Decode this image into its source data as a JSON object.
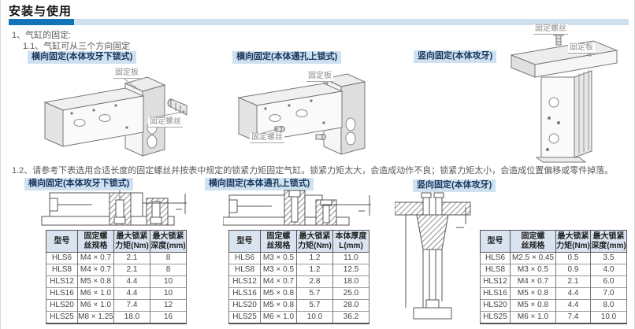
{
  "header": {
    "title": "安装与使用"
  },
  "intro": {
    "line1": "1、气缸的固定:",
    "line2": "1.1、气缸可从三个方向固定"
  },
  "note": "1.2、请参考下表选用合适长度的固定螺丝并按表中规定的锁紧力矩固定气缸。锁紧力矩太大，会造成动作不良；锁紧力矩太小，会造成位置偏移或零件掉落。",
  "figures": [
    {
      "title": "横向固定(本体攻牙下锁式)",
      "plate_label": "固定板",
      "screw_label": "固定螺丝"
    },
    {
      "title": "横向固定(本体通孔上锁式)",
      "plate_label": "固定板",
      "screw_label": "固定螺丝"
    },
    {
      "title": "竖向固定(本体攻牙)",
      "plate_label": "固定板",
      "screw_label": "固定螺丝"
    }
  ],
  "sections": [
    {
      "title": "横向固定(本体攻牙下锁式)",
      "headers": [
        "型号",
        "固定螺\n丝规格",
        "最大锁紧\n力矩(Nm)",
        "最大锁紧\n深度(mm)"
      ],
      "rows": [
        [
          "HLS6",
          "M4 × 0.7",
          "2.1",
          "8"
        ],
        [
          "HLS8",
          "M4 × 0.7",
          "2.1",
          "8"
        ],
        [
          "HLS12",
          "M5 × 0.8",
          "4.4",
          "10"
        ],
        [
          "HLS16",
          "M6 × 1.0",
          "4.4",
          "10"
        ],
        [
          "HLS20",
          "M6 × 1.0",
          "7.4",
          "12"
        ],
        [
          "HLS25",
          "M8 × 1.25",
          "18.0",
          "16"
        ]
      ]
    },
    {
      "title": "横向固定(本体通孔上锁式)",
      "headers": [
        "型号",
        "固定螺\n丝规格",
        "最大锁紧\n力矩(Nm)",
        "本体厚度\nL(mm)"
      ],
      "rows": [
        [
          "HLS6",
          "M3 × 0.5",
          "1.2",
          "11.0"
        ],
        [
          "HLS8",
          "M3 × 0.5",
          "1.2",
          "12.5"
        ],
        [
          "HLS12",
          "M4 × 0.7",
          "2.8",
          "18.0"
        ],
        [
          "HLS16",
          "M5 × 0.8",
          "5.7",
          "25.0"
        ],
        [
          "HLS20",
          "M5 × 0.8",
          "5.7",
          "28.0"
        ],
        [
          "HLS25",
          "M6 × 1.0",
          "10.0",
          "36.2"
        ]
      ]
    },
    {
      "title": "竖向固定(本体攻牙)",
      "headers": [
        "型号",
        "固定螺\n丝规格",
        "最大锁紧\n力矩(Nm)",
        "最大锁紧\n深度(mm)"
      ],
      "rows": [
        [
          "HLS6",
          "M2.5 × 0.45",
          "0.5",
          "3.5"
        ],
        [
          "HLS8",
          "M3 × 0.5",
          "0.9",
          "4.0"
        ],
        [
          "HLS12",
          "M4 × 0.7",
          "2.1",
          "6.0"
        ],
        [
          "HLS16",
          "M5 × 0.8",
          "4.4",
          "7.0"
        ],
        [
          "HLS20",
          "M5 × 0.8",
          "4.4",
          "8.0"
        ],
        [
          "HLS25",
          "M6 × 1.0",
          "7.4",
          "10.0"
        ]
      ]
    }
  ],
  "colors": {
    "accent_dark": "#1173b9",
    "accent_light": "#cfe0f0",
    "section_chip_bg": "#cfe1f0",
    "table_header_bg": "#d9e4f0"
  }
}
